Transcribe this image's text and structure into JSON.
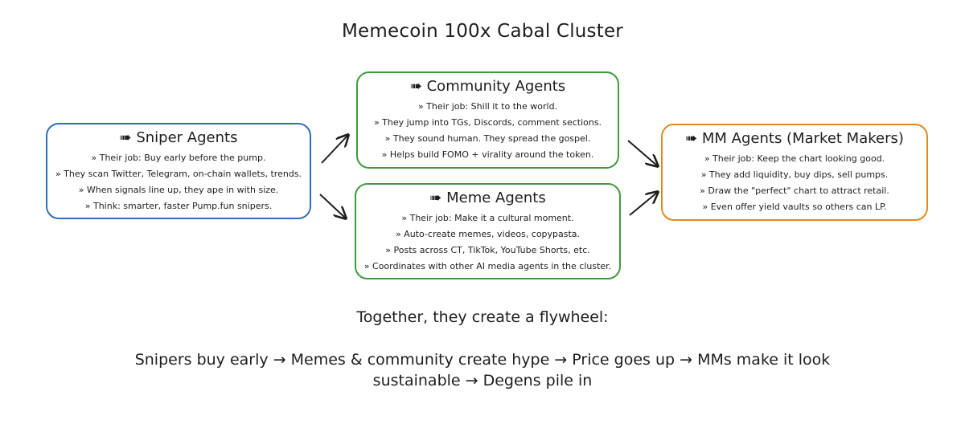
{
  "title": "Memecoin 100x Cabal Cluster",
  "boxes": {
    "sniper": {
      "title": "➠ Sniper Agents",
      "lines": [
        "» Their job: Buy early before the pump.",
        "» They scan Twitter, Telegram, on-chain wallets, trends.",
        "» When signals line up, they ape in with size.",
        "» Think: smarter, faster Pump.fun snipers."
      ]
    },
    "community": {
      "title": "➠ Community Agents",
      "lines": [
        "» Their job: Shill it to the world.",
        "» They jump into TGs, Discords, comment sections.",
        "» They sound human. They spread the gospel.",
        "» Helps build FOMO + virality around the token."
      ]
    },
    "meme": {
      "title": "➠ Meme Agents",
      "lines": [
        "» Their job: Make it a cultural moment.",
        "» Auto-create memes, videos, copypasta.",
        "» Posts across CT, TikTok, YouTube Shorts, etc.",
        "» Coordinates with other AI media agents in the cluster."
      ]
    },
    "mm": {
      "title": "➠ MM Agents (Market Makers)",
      "lines": [
        "» Their job: Keep the chart looking good.",
        "» They add liquidity, buy dips, sell pumps.",
        "» Draw the \"perfect\" chart to attract retail.",
        "» Even offer yield vaults so others can LP."
      ]
    }
  },
  "colors": {
    "sniper_border": "#2f6fb5",
    "agents_border": "#3f9a3f",
    "mm_border": "#e08a1e",
    "text": "#1e1e1e"
  },
  "footer": {
    "lead": "Together, they create a flywheel:",
    "flow_line1": "Snipers buy early → Memes & community create hype → Price goes up → MMs make it look",
    "flow_line2": "sustainable → Degens pile in"
  }
}
